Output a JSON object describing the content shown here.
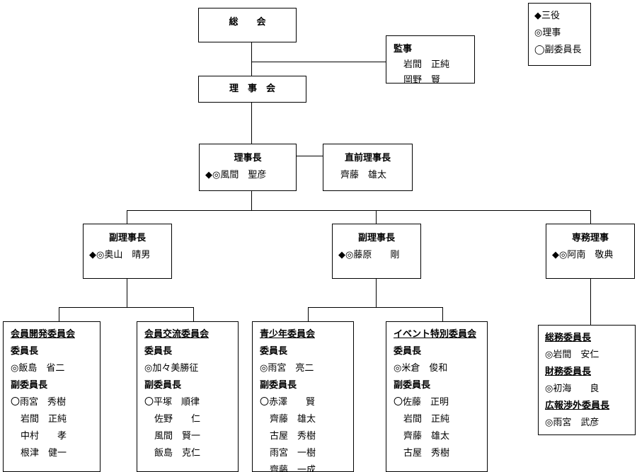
{
  "legend": {
    "items": [
      "◆三役",
      "◎理事",
      "◯副委員長"
    ]
  },
  "general_assembly": {
    "title": "総　　会"
  },
  "auditor": {
    "title": "監事",
    "members": [
      "岩間　正純",
      "岡野　賢"
    ]
  },
  "board": {
    "title": "理　事　会"
  },
  "president": {
    "title": "理事長",
    "name": "◆◎風間　聖彦"
  },
  "past_president": {
    "title": "直前理事長",
    "name": "齊藤　雄太"
  },
  "vp1": {
    "title": "副理事長",
    "name": "◆◎奥山　晴男"
  },
  "vp2": {
    "title": "副理事長",
    "name": "◆◎藤原　　剛"
  },
  "exec_director": {
    "title": "専務理事",
    "name": "◆◎阿南　敬典"
  },
  "committees": [
    {
      "title": "会員開発委員会",
      "chair_label": "委員長",
      "chair": "◎飯島　省二",
      "vice_label": "副委員長",
      "vice": [
        "〇雨宮　秀樹",
        "岩間　正純",
        "中村　　孝",
        "根津　健一"
      ]
    },
    {
      "title": "会員交流委員会",
      "chair_label": "委員長",
      "chair": "◎加々美勝征",
      "vice_label": "副委員長",
      "vice": [
        "〇平塚　順律",
        "佐野　　仁",
        "風間　賢一",
        "飯島　克仁"
      ]
    },
    {
      "title": "青少年委員会",
      "chair_label": "委員長",
      "chair": "◎雨宮　亮二",
      "vice_label": "副委員長",
      "vice": [
        "〇赤澤　　賢",
        "齊藤　雄太",
        "古屋　秀樹",
        "雨宮　一樹",
        "齊藤　一成"
      ]
    },
    {
      "title": "イベント特別委員会",
      "chair_label": "委員長",
      "chair": "◎米倉　俊和",
      "vice_label": "副委員長",
      "vice": [
        "〇佐藤　正明",
        "岩間　正純",
        "齊藤　雄太",
        "古屋　秀樹"
      ]
    }
  ],
  "general_affairs": {
    "items": [
      {
        "title": "総務委員長",
        "name": "◎岩間　安仁"
      },
      {
        "title": "財務委員長",
        "name": "◎初海　　良"
      },
      {
        "title": "広報渉外委員長",
        "name": "◎雨宮　武彦"
      }
    ]
  }
}
